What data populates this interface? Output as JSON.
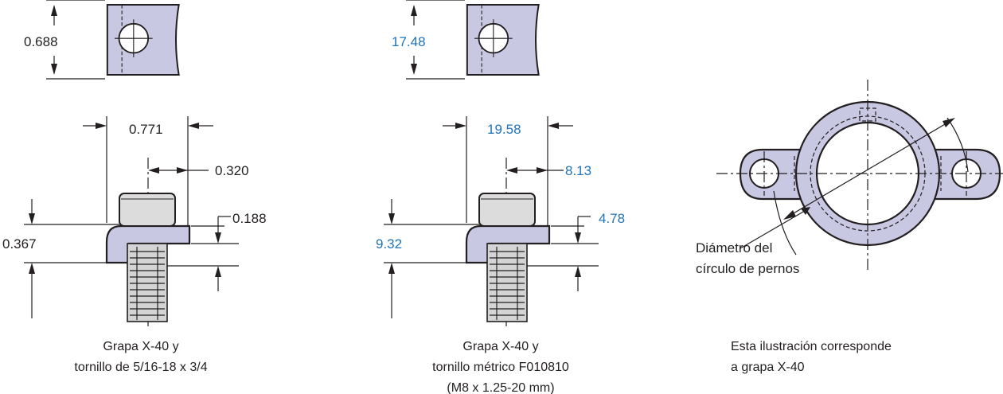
{
  "imperial": {
    "dims": {
      "height": "0.688",
      "width": "0.771",
      "offset": "0.320",
      "thickness": "0.188",
      "depth": "0.367"
    },
    "caption_line1": "Grapa X-40 y",
    "caption_line2": "tornillo de 5/16-18 x 3/4"
  },
  "metric": {
    "dims": {
      "height": "17.48",
      "width": "19.58",
      "offset": "8.13",
      "thickness": "4.78",
      "depth": "9.32"
    },
    "caption_line1": "Grapa X-40 y",
    "caption_line2": "tornillo métrico F010810",
    "caption_line3": "(M8 x 1.25-20 mm)"
  },
  "ring": {
    "label_line1": "Diámetro del",
    "label_line2": "círculo de pernos",
    "caption_line1": "Esta ilustración corresponde",
    "caption_line2": "a grapa X-40"
  },
  "colors": {
    "metric_text": "#1f73b7",
    "clamp_fill": "#c9c8e2",
    "head_fill": "#dcdcdc"
  }
}
